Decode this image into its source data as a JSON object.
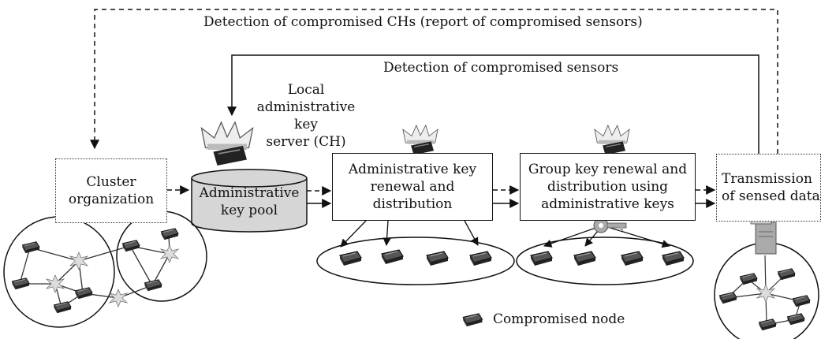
{
  "labels": {
    "top_feedback": "Detection of compromised CHs (report of compromised sensors)",
    "inner_feedback": "Detection of compromised sensors",
    "local_server_line1": "Local",
    "local_server_line2": "administrative key",
    "local_server_line3": "server (CH)",
    "legend": "Compromised node"
  },
  "boxes": {
    "cluster_line1": "Cluster",
    "cluster_line2": "organization",
    "pool_line1": "Administrative",
    "pool_line2": "key pool",
    "admin_line1": "Administrative key",
    "admin_line2": "renewal and",
    "admin_line3": "distribution",
    "group_line1": "Group key renewal and",
    "group_line2": "distribution using",
    "group_line3": "administrative keys",
    "trans_line1": "Transmission",
    "trans_line2": "of sensed data"
  }
}
